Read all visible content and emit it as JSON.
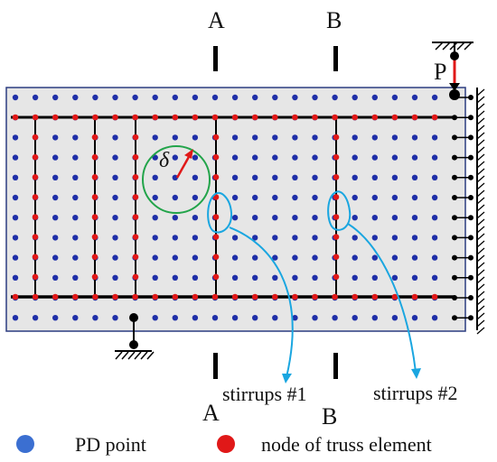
{
  "section_labels": {
    "a_top": "A",
    "b_top": "B",
    "a_bottom": "A",
    "b_bottom": "B"
  },
  "load_label": "P",
  "horizon_label": "δ",
  "callouts": {
    "stirrup_1": "stirrups #1",
    "stirrup_2": "stirrups #2"
  },
  "legend": {
    "pd_point": "PD point",
    "truss_node": "node of truss element"
  },
  "colors": {
    "beam_fill": "#e6e6e6",
    "beam_border": "#2c3d80",
    "pd_point": "#1f2fa8",
    "truss_node": "#e01818",
    "truss_line": "#000000",
    "horizon_circle": "#22a44a",
    "horizon_arrow": "#e01818",
    "callout_line": "#1aa6e0",
    "legend_pd": "#3b6fd1",
    "legend_node": "#e01818"
  }
}
